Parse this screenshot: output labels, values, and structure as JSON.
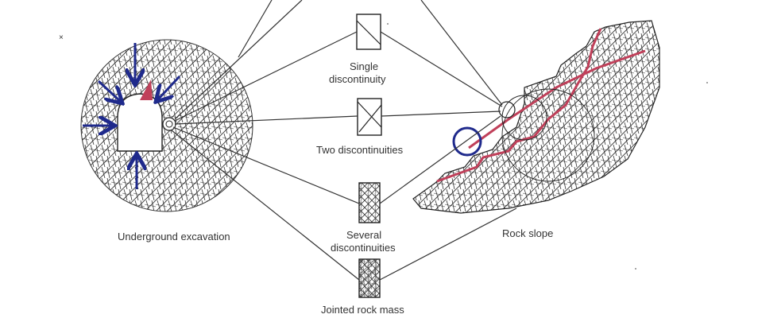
{
  "labels": {
    "underground": "Underground excavation",
    "rock_slope": "Rock slope",
    "single_1": "Single",
    "single_2": "discontinuity",
    "two": "Two discontinuities",
    "several_1": "Several",
    "several_2": "discontinuities",
    "jointed": "Jointed rock mass"
  },
  "colors": {
    "line": "#333333",
    "hatch": "#2f2f2f",
    "arrow": "#1f2a8c",
    "marker": "#c0405a"
  }
}
